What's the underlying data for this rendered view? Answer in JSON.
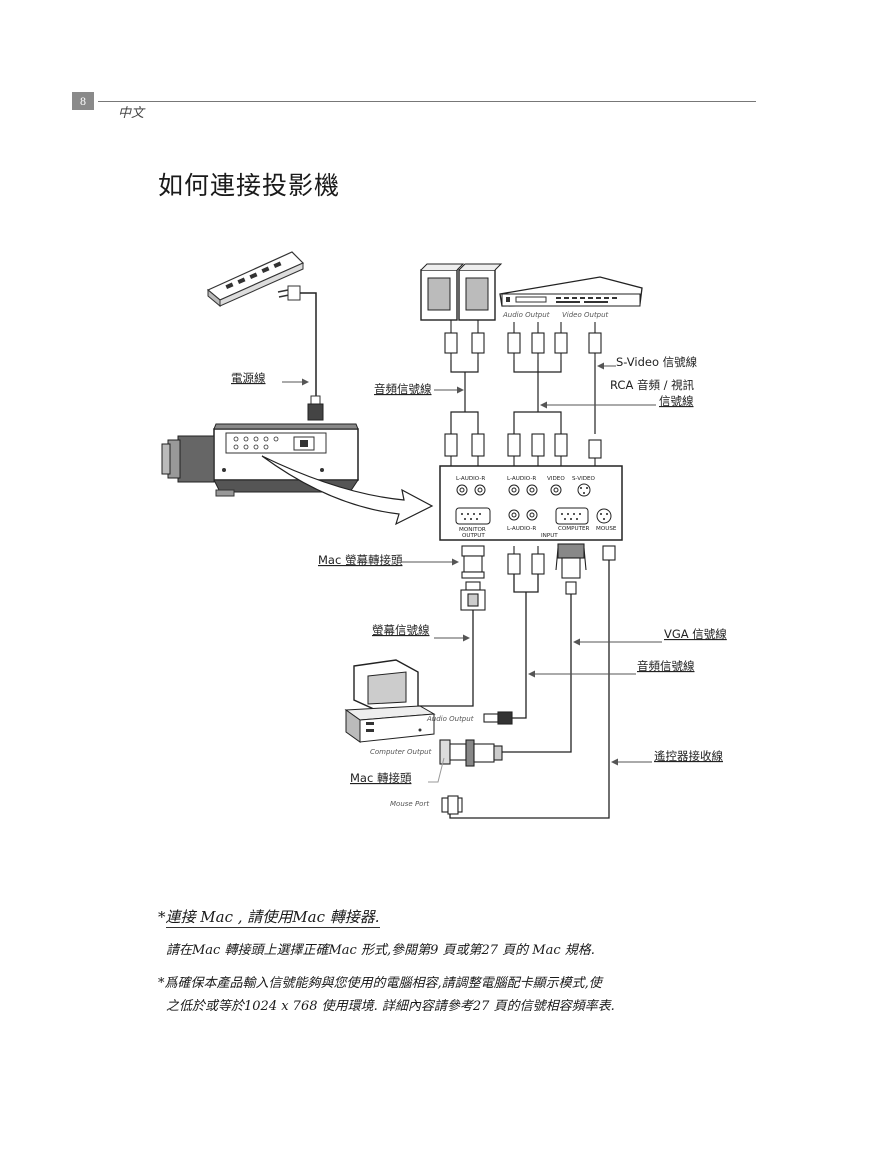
{
  "header": {
    "page_number": "8",
    "language": "中文"
  },
  "title": "如何連接投影機",
  "diagram": {
    "labels": {
      "power_cord": "電源線",
      "audio_cable_top": "音頻信號線",
      "svideo_cable": "S-Video 信號線",
      "rca_cable_line1": "RCA 音頻 / 視訊",
      "rca_cable_line2": "信號線",
      "mac_monitor_adapter": "Mac 螢幕轉接頭",
      "monitor_cable": "螢幕信號線",
      "vga_cable": "VGA 信號線",
      "audio_cable_bottom": "音頻信號線",
      "remote_receiver_cable": "遙控器接收線",
      "mac_adapter": "Mac 轉接頭"
    },
    "small_labels": {
      "audio_output_top": "Audio Output",
      "video_output_top": "Video Output",
      "audio_output_pc": "Audio Output",
      "computer_output": "Computer Output",
      "mouse_port": "Mouse Port"
    },
    "panel_ports": {
      "l_audio_r_out": "L-AUDIO-R",
      "l_audio_r_in_top": "L-AUDIO-R",
      "video": "VIDEO",
      "s_video": "S-VIDEO",
      "monitor_output_1": "MONITOR",
      "monitor_output_2": "OUTPUT",
      "l_audio_r_in_bottom": "L-AUDIO-R",
      "input": "INPUT",
      "computer": "COMPUTER",
      "mouse": "MOUSE"
    }
  },
  "notes": {
    "heading_star": "*",
    "heading": "連接 Mac , 請使用Mac 轉接器.",
    "line1": "請在Mac 轉接頭上選擇正確Mac 形式,參閱第9 頁或第27 頁的 Mac 規格.",
    "line2": "*爲確保本產品輸入信號能夠與您使用的電腦相容,請調整電腦配卡顯示模式,使",
    "line3": "之低於或等於1024 x 768 使用環境. 詳細內容請參考27 頁的信號相容頻率表."
  }
}
